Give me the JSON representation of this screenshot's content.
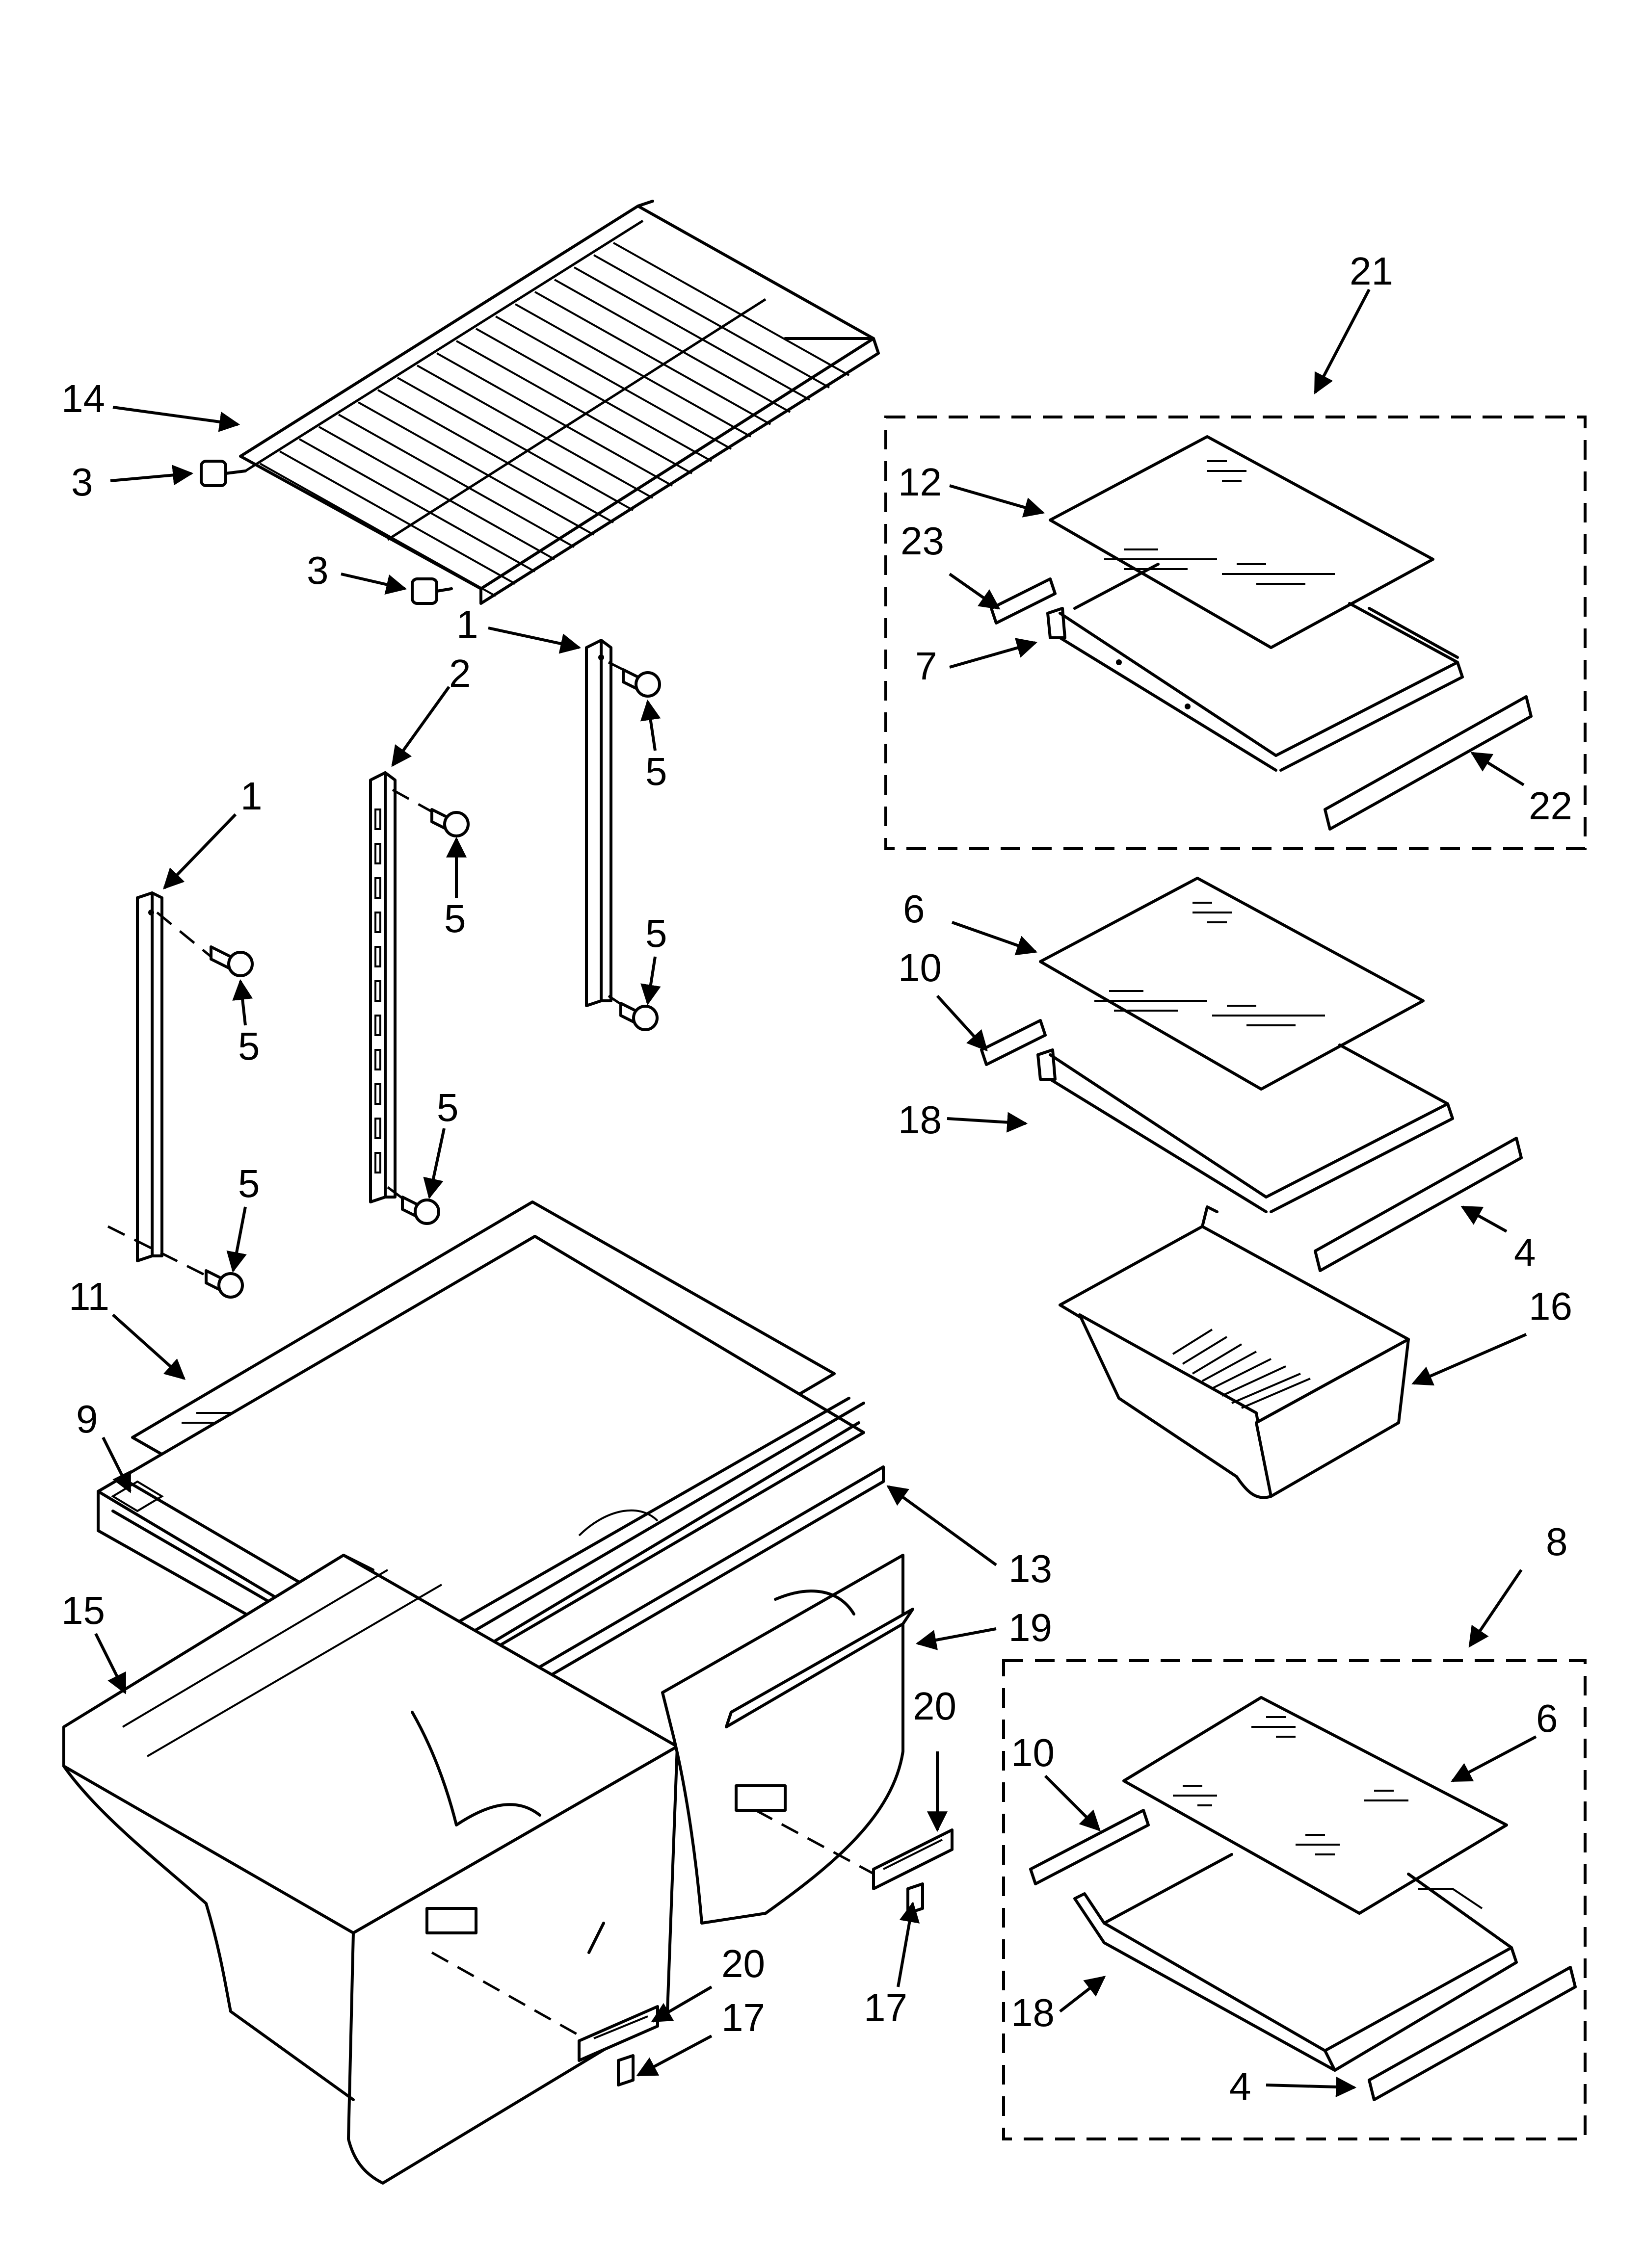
{
  "callouts": {
    "c1a": "1",
    "c1b": "1",
    "c2": "2",
    "c3a": "3",
    "c3b": "3",
    "c4a": "4",
    "c4b": "4",
    "c5a": "5",
    "c5b": "5",
    "c5c": "5",
    "c5d": "5",
    "c5e": "5",
    "c5f": "5",
    "c6a": "6",
    "c6b": "6",
    "c7": "7",
    "c8": "8",
    "c9": "9",
    "c10a": "10",
    "c10b": "10",
    "c11": "11",
    "c12": "12",
    "c13": "13",
    "c14": "14",
    "c15": "15",
    "c16": "16",
    "c17a": "17",
    "c17b": "17",
    "c18a": "18",
    "c18b": "18",
    "c19": "19",
    "c20a": "20",
    "c20b": "20",
    "c21": "21",
    "c22": "22",
    "c23": "23"
  }
}
